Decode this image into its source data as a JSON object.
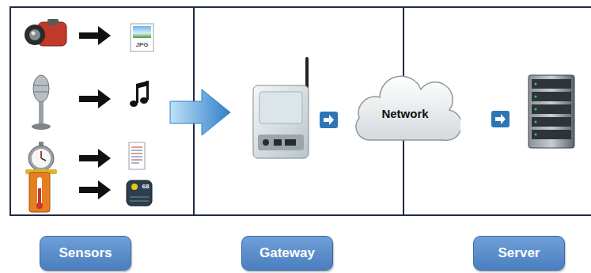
{
  "diagram": {
    "nodes": [
      {
        "text": [
          "Network"
        ]
      },
      {
        "text": [
          "Sensors"
        ]
      },
      {
        "text": [
          "Gateway"
        ]
      },
      {
        "text": [
          "Server"
        ]
      }
    ],
    "labels": [
      "JPG",
      "68"
    ]
  }
}
